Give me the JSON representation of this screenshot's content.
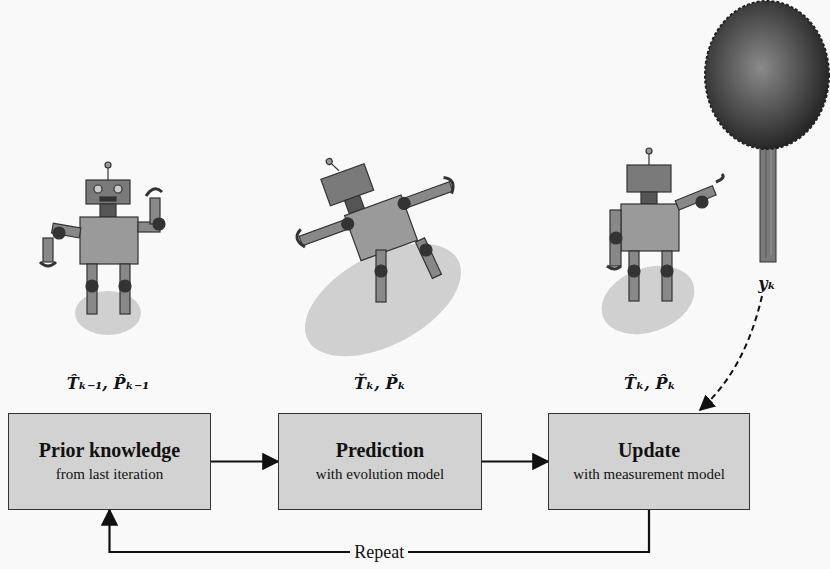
{
  "diagram": {
    "nodes": [
      {
        "text": [
          "Prior knowledge",
          "from last iteration"
        ]
      },
      {
        "text": [
          "Prediction",
          "with evolution model"
        ]
      },
      {
        "text": [
          "Update",
          "with measurement model"
        ]
      }
    ],
    "edges": [
      {
        "from": 0,
        "to": 1,
        "arrow": "to"
      },
      {
        "from": 1,
        "to": 2,
        "arrow": "to"
      },
      {
        "from": 2,
        "to": 0,
        "arrow": "to",
        "label": "Repeat"
      }
    ],
    "labels": [
      "T̂ₖ₋₁, P̂ₖ₋₁",
      "Ťₖ, P̌ₖ",
      "T̂ₖ, P̂ₖ",
      "yₖ"
    ]
  }
}
